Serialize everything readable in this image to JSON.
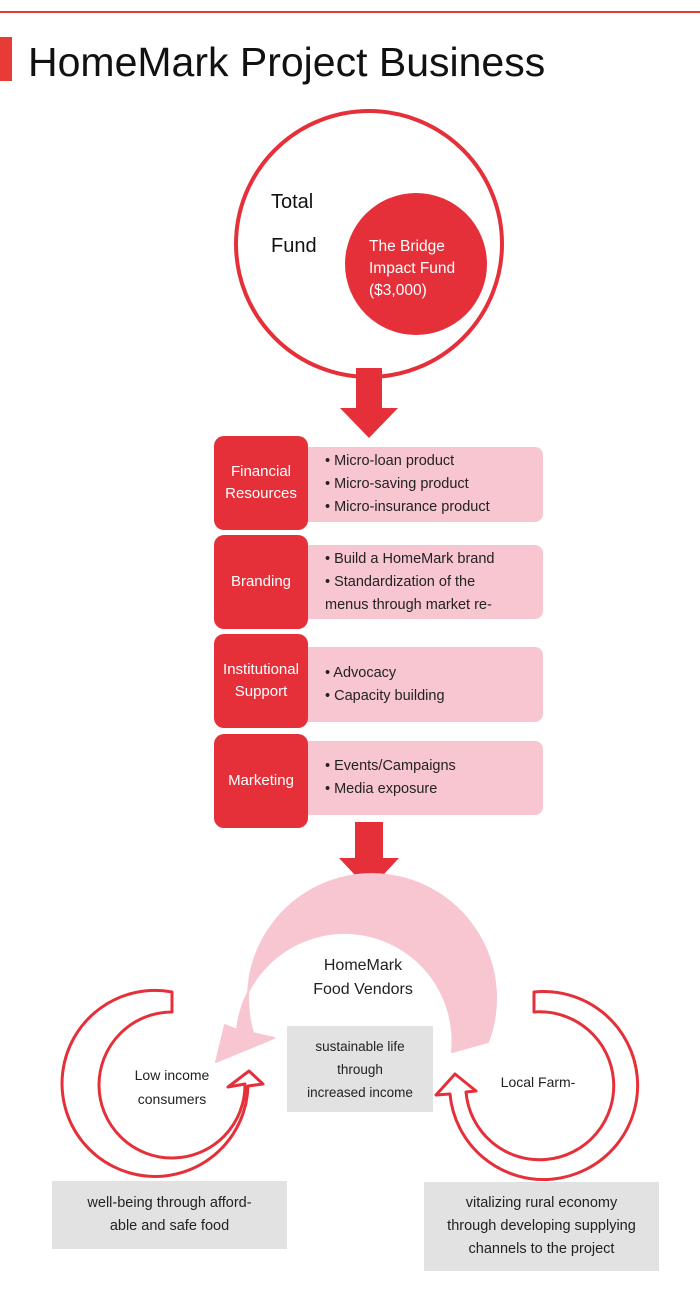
{
  "title": "HomeMark Project Business",
  "colors": {
    "accent": "#e5303a",
    "pink": "#f8c6d1",
    "gray": "#e2e2e2"
  },
  "fund": {
    "outer_line1": "Total",
    "outer_line2": "Fund",
    "inner": "The Bridge\nImpact Fund\n($3,000)"
  },
  "categories": [
    {
      "label": "Financial\nResources",
      "items": [
        "• Micro-loan product",
        "• Micro-saving product",
        "• Micro-insurance product"
      ]
    },
    {
      "label": "Branding",
      "items": [
        "• Build a HomeMark brand",
        "• Standardization of the",
        "menus through market re-"
      ]
    },
    {
      "label": "Institutional\nSupport",
      "items": [
        "• Advocacy",
        "• Capacity building"
      ]
    },
    {
      "label": "Marketing",
      "items": [
        "• Events/Campaigns",
        "• Media exposure"
      ]
    }
  ],
  "cycle": {
    "center_label": "HomeMark\nFood Vendors",
    "center_note": "sustainable life\nthrough\nincreased income",
    "left_label": "Low income\nconsumers",
    "left_note": "well-being through afford-\nable and safe food",
    "right_label": "Local Farm-",
    "right_note": "vitalizing rural economy\nthrough developing supplying\nchannels to the project"
  }
}
